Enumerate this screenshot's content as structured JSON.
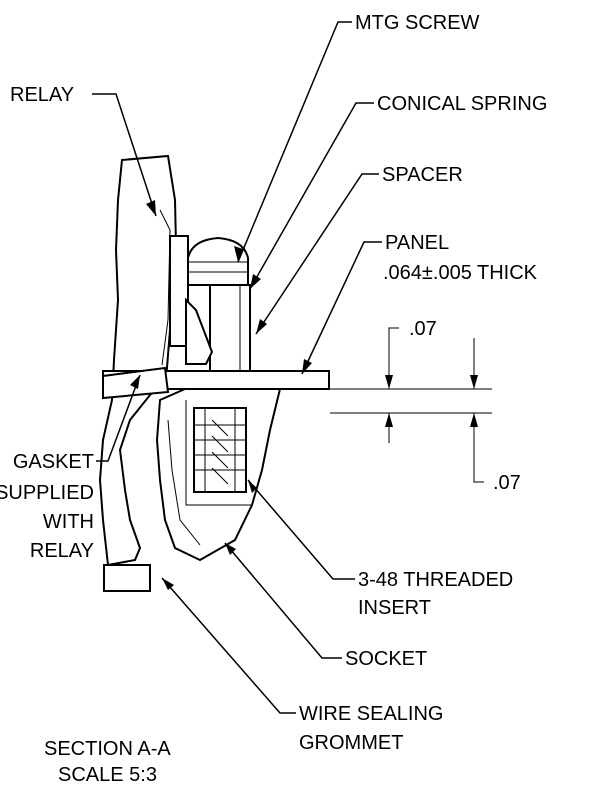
{
  "labels": {
    "mtg_screw": "MTG SCREW",
    "relay": "RELAY",
    "conical_spring": "CONICAL SPRING",
    "spacer": "SPACER",
    "panel": "PANEL",
    "panel_thickness": ".064±.005 THICK",
    "dim_top": ".07",
    "dim_bottom": ".07",
    "gasket_line1": "GASKET",
    "gasket_line2": "SUPPLIED",
    "gasket_line3": "WITH",
    "gasket_line4": "RELAY",
    "insert_line1": "3-48 THREADED",
    "insert_line2": "INSERT",
    "socket": "SOCKET",
    "grommet_line1": "WIRE SEALING",
    "grommet_line2": "GROMMET",
    "section_title": "SECTION  A-A",
    "section_scale": "SCALE  5:3"
  }
}
